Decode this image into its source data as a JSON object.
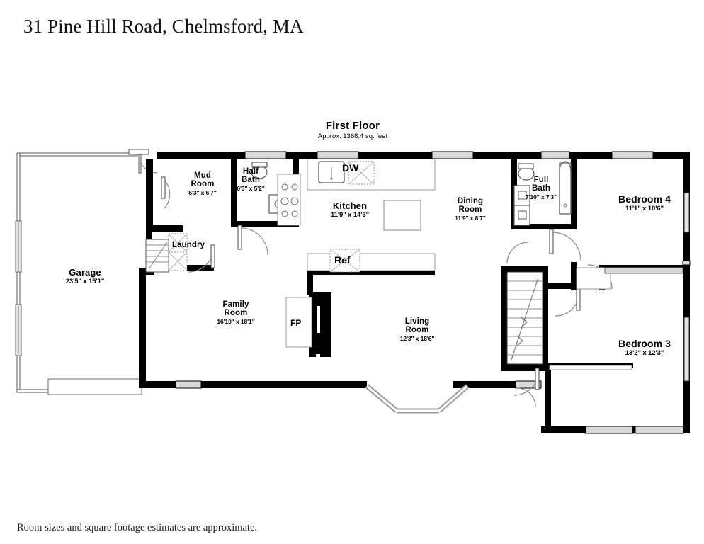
{
  "document": {
    "title": "31 Pine Hill Road, Chelmsford, MA",
    "footer_note": "Room sizes and square footage estimates are approximate."
  },
  "floor_plan": {
    "floor_title": "First Floor",
    "floor_area": "Approx. 1368.4 sq. feet",
    "rooms": [
      {
        "name": "Garage",
        "dimensions": "23'5\" x 15'1\""
      },
      {
        "name": "Mud\nRoom",
        "name_line1": "Mud",
        "name_line2": "Room",
        "dimensions": "6'3\" x 6'7\""
      },
      {
        "name": "Half\nBath",
        "name_line1": "Half",
        "name_line2": "Bath",
        "dimensions": "6'3\" x 5'2\""
      },
      {
        "name": "Laundry",
        "dimensions": ""
      },
      {
        "name": "Kitchen",
        "dimensions": "11'9\" x 14'3\""
      },
      {
        "name": "Dining\nRoom",
        "name_line1": "Dining",
        "name_line2": "Room",
        "dimensions": "11'9\" x 8'7\""
      },
      {
        "name": "Full\nBath",
        "name_line1": "Full",
        "name_line2": "Bath",
        "dimensions": "7'10\" x 7'3\""
      },
      {
        "name": "Bedroom 4",
        "dimensions": "11'1\" x 10'6\""
      },
      {
        "name": "Bedroom 3",
        "dimensions": "13'2\" x 12'3\""
      },
      {
        "name": "Family\nRoom",
        "name_line1": "Family",
        "name_line2": "Room",
        "dimensions": "16'10\" x 18'1\""
      },
      {
        "name": "Living\nRoom",
        "name_line1": "Living",
        "name_line2": "Room",
        "dimensions": "12'3\" x 18'6\""
      }
    ],
    "fixtures": [
      {
        "label": "DW",
        "description": "dishwasher"
      },
      {
        "label": "Ref",
        "description": "refrigerator"
      },
      {
        "label": "FP",
        "description": "fireplace"
      }
    ],
    "colors": {
      "wall": "#000000",
      "thin_wall": "#4a4a4a",
      "window": "#d9d9d9",
      "background": "#ffffff"
    }
  }
}
